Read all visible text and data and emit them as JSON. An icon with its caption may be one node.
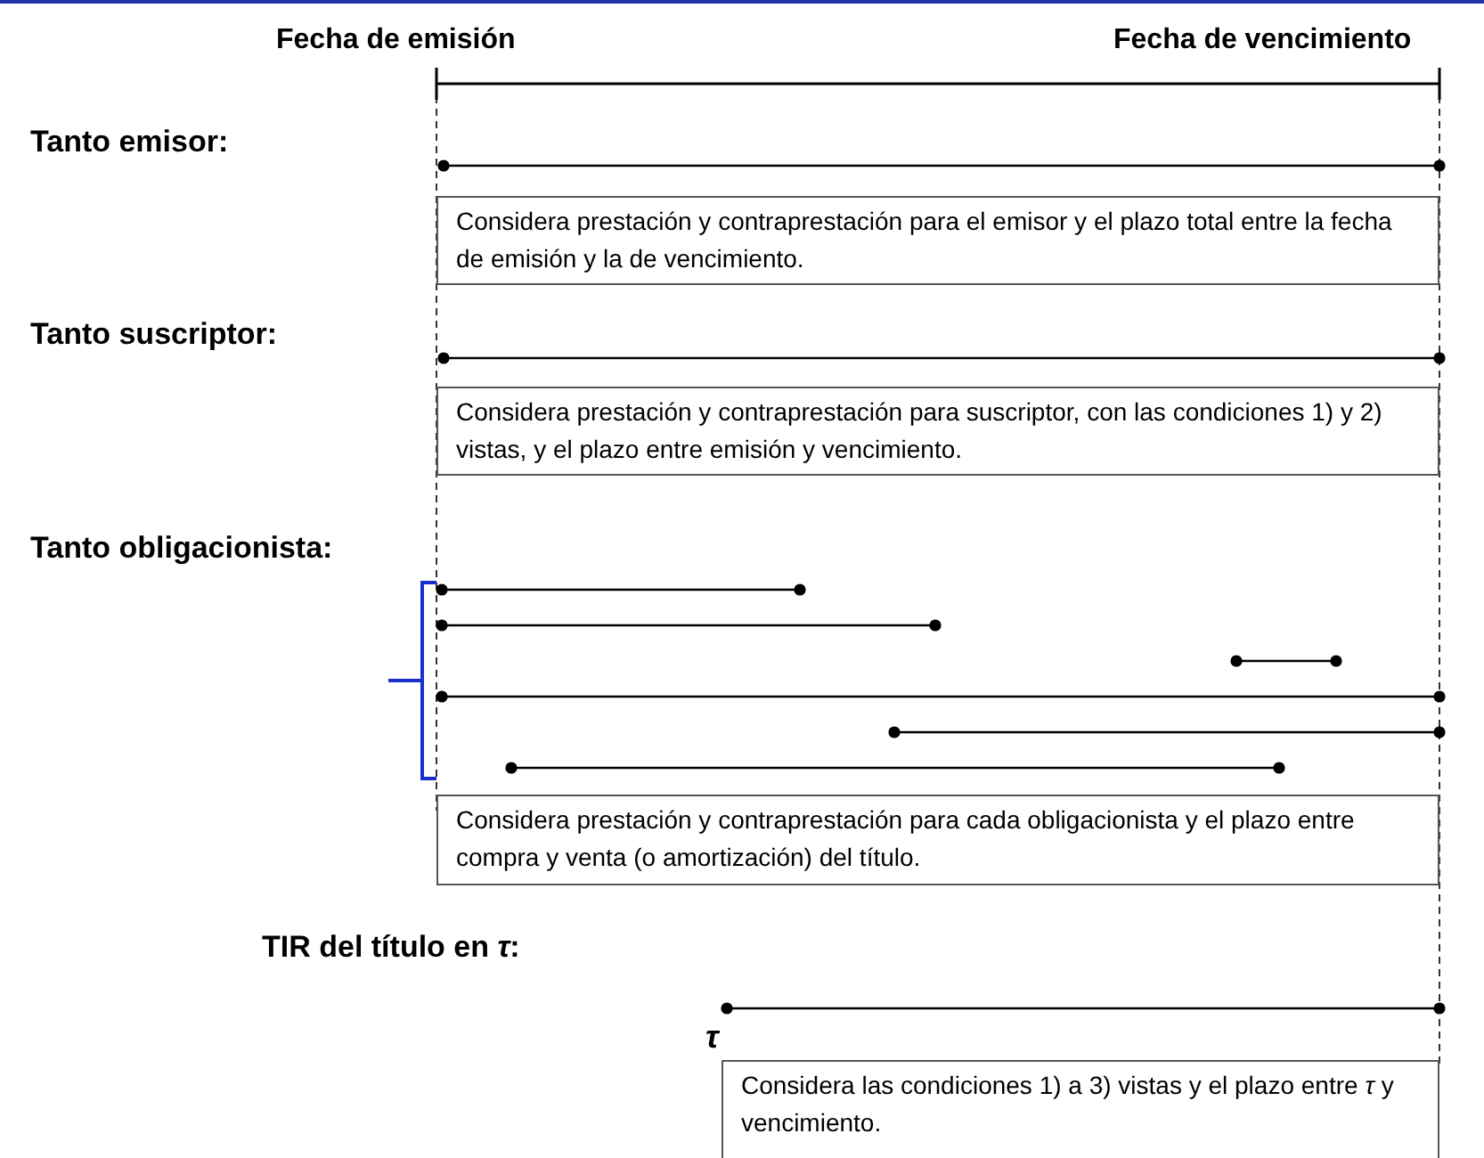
{
  "diagram": {
    "nodes": [
      {
        "text": [
          "Considera prestación y contraprestación para el emisor y el plazo total entre la fecha de emisión y la de vencimiento."
        ]
      },
      {
        "text": [
          "Considera prestación y contraprestación para suscriptor, con las condiciones 1) y 2) vistas, y el plazo entre emisión y vencimiento."
        ]
      },
      {
        "text": [
          "Considera prestación y contraprestación para cada obligacionista y el plazo entre compra y venta (o amortización) del título."
        ]
      },
      {
        "text": [
          "Considera las condiciones 1) a 3) vistas y el plazo entre *τ* y vencimiento."
        ]
      }
    ],
    "labels": [
      "Fecha de emisión",
      "Fecha de vencimiento",
      "Tanto emisor:",
      "Tanto suscriptor:",
      "Tanto obligacionista:",
      "TIR del título en *τ*:",
      "τ"
    ]
  }
}
